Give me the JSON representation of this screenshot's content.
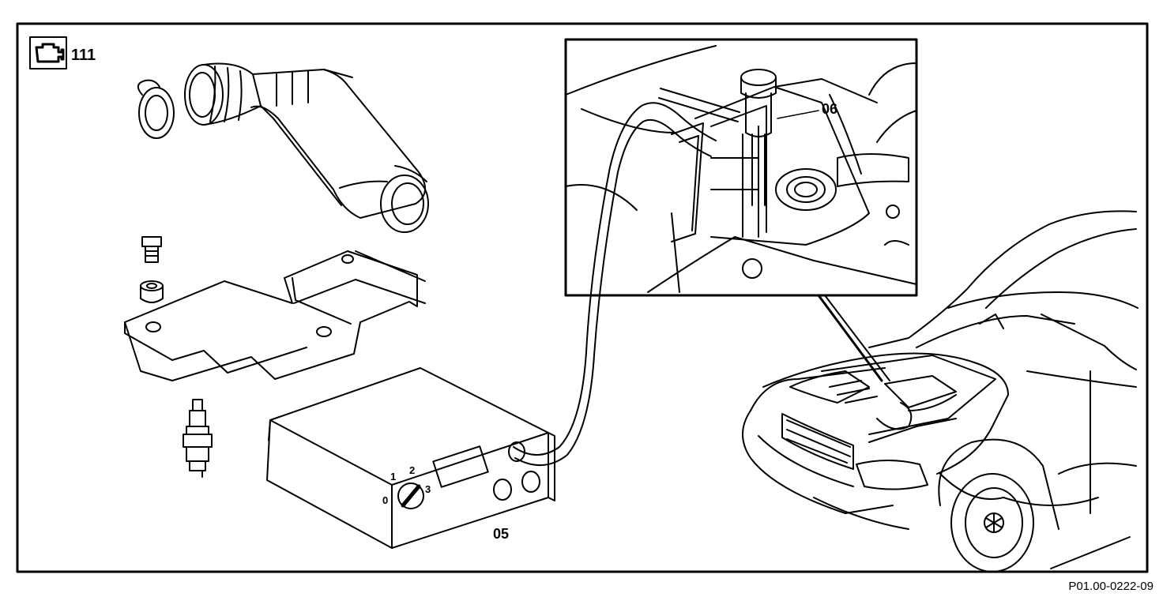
{
  "figure": {
    "engine_code": "111",
    "engine_icon": "engine-icon",
    "doc_ref": "P01.00-0222-09",
    "labels": {
      "tester": "05",
      "adapter": "06"
    },
    "dial": {
      "positions": [
        "0",
        "1",
        "2",
        "3"
      ]
    },
    "colors": {
      "line": "#000000",
      "paper": "#ffffff"
    }
  }
}
